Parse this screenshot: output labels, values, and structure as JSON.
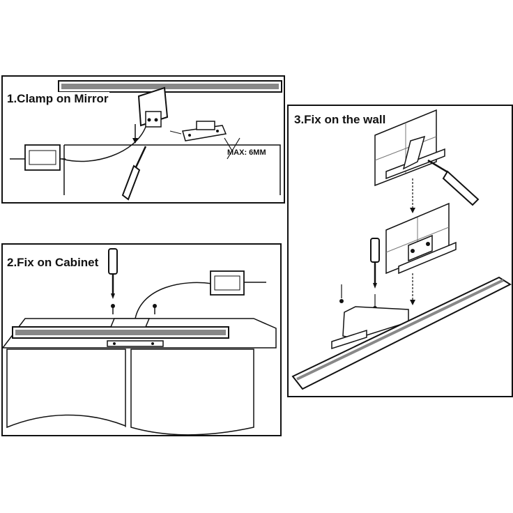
{
  "panels": {
    "mirror": {
      "title": "1.Clamp on Mirror",
      "max_label": "MAX: 6MM"
    },
    "cabinet": {
      "title": "2.Fix on Cabinet"
    },
    "wall": {
      "title": "3.Fix on the wall"
    }
  },
  "colors": {
    "line": "#111111",
    "fill": "#ffffff",
    "gray": "#888888",
    "dark": "#555555"
  }
}
